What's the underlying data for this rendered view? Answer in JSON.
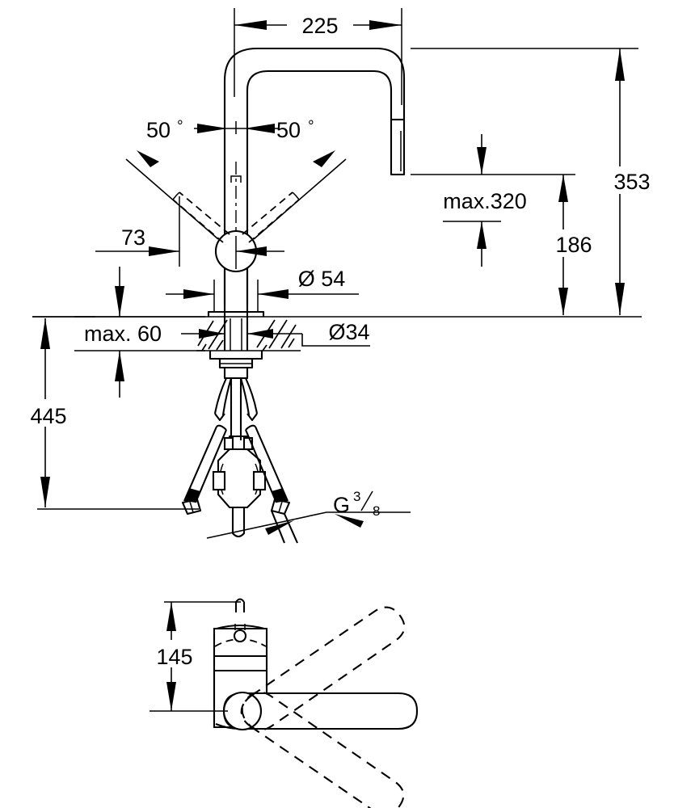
{
  "drawing": {
    "title": "Kitchen mixer tap dimensional drawing",
    "units": "mm",
    "views": [
      {
        "name": "front-elevation",
        "label": ""
      },
      {
        "name": "top-plan",
        "label": ""
      }
    ]
  },
  "dimensions": {
    "spout_reach": "225",
    "swivel_left": "50",
    "swivel_right": "50",
    "degree_symbol_left": "°",
    "degree_symbol_right": "°",
    "handle_offset": "73",
    "base_diameter": "Ø 54",
    "hole_diameter": "Ø34",
    "deck_thickness": "max. 60",
    "total_height": "353",
    "spout_max_height": "max.320",
    "spout_outlet_height": "186",
    "hose_length": "445",
    "plan_depth": "145",
    "thread_label": "G",
    "thread_numerator": "3",
    "thread_denominator": "8"
  },
  "colors": {
    "line": "#000000",
    "background": "#ffffff",
    "fill": "#ffffff"
  }
}
